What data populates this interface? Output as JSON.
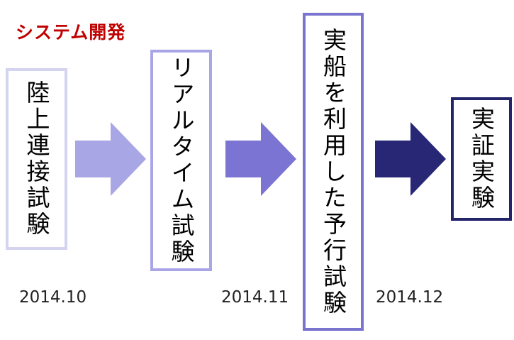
{
  "title": "システム開発",
  "colors": {
    "title": "#c00000",
    "stage_borders": [
      "#d4d4f0",
      "#a9a5e6",
      "#7b74cf",
      "#24246a"
    ],
    "arrow_fills": [
      "#a8a6e4",
      "#7c74d2",
      "#282776"
    ]
  },
  "stages": [
    {
      "label": "陸上連接試験"
    },
    {
      "label": "リアルタイム試験"
    },
    {
      "label": "実船を利用した予行試験"
    },
    {
      "label": "実証実験"
    }
  ],
  "arrows": [
    {
      "icon": "right-arrow-icon"
    },
    {
      "icon": "right-arrow-icon"
    },
    {
      "icon": "right-arrow-icon"
    }
  ],
  "dates": [
    "2014.10",
    "2014.11",
    "2014.12"
  ]
}
